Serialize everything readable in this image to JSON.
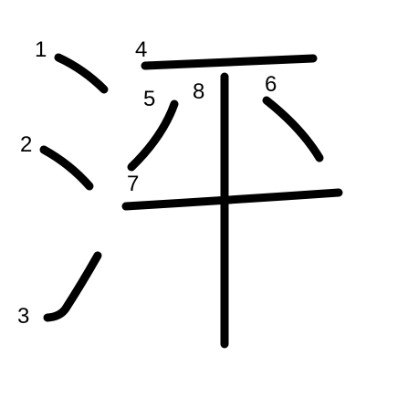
{
  "character": {
    "glyph": "泙",
    "stroke_count": 8
  },
  "colors": {
    "background": "#ffffff",
    "stroke": "#000000",
    "number": "#000000"
  },
  "strokes": [
    {
      "number": "1"
    },
    {
      "number": "2"
    },
    {
      "number": "3"
    },
    {
      "number": "4"
    },
    {
      "number": "5"
    },
    {
      "number": "6"
    },
    {
      "number": "7"
    },
    {
      "number": "8"
    }
  ]
}
